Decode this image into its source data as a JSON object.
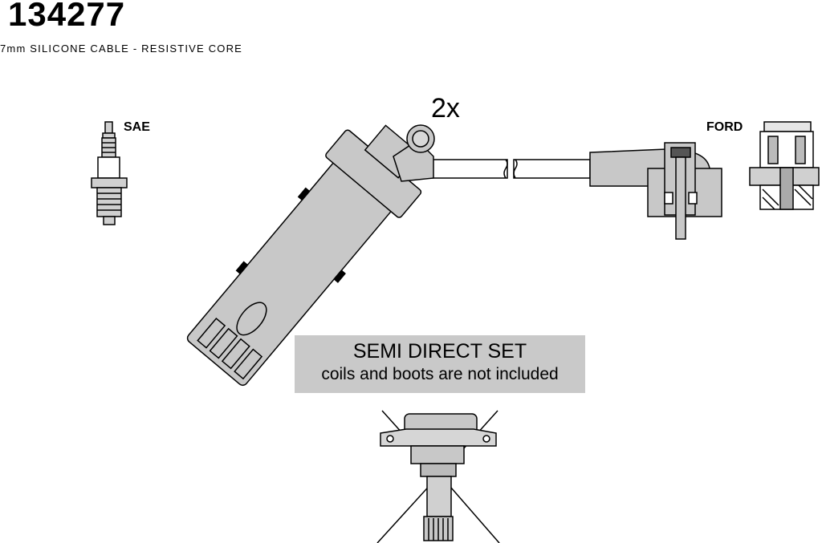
{
  "header": {
    "part_number": "134277",
    "cable_spec": "7mm SILICONE CABLE - RESISTIVE CORE"
  },
  "labels": {
    "left_connector": "SAE",
    "right_connector": "FORD",
    "quantity": "2x"
  },
  "notice": {
    "title": "SEMI DIRECT SET",
    "subtitle": "coils and boots are not included"
  },
  "colors": {
    "part_fill": "#c8c8c8",
    "outline": "#000000",
    "notice_bg": "#c9c9c9"
  }
}
